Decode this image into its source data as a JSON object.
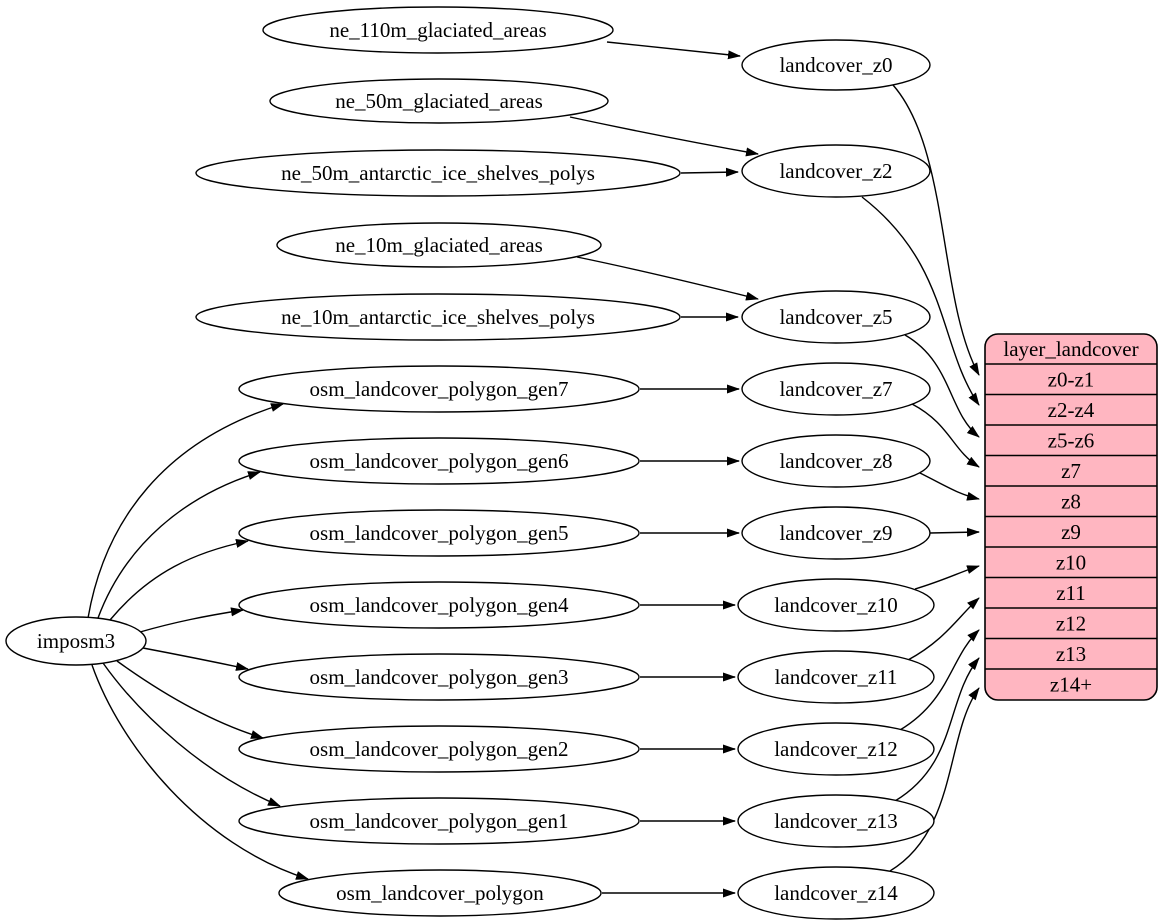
{
  "diagram": {
    "background": "#ffffff",
    "nodes": {
      "imposm3": "imposm3",
      "ne_110m_glaciated_areas": "ne_110m_glaciated_areas",
      "ne_50m_glaciated_areas": "ne_50m_glaciated_areas",
      "ne_50m_antarctic_ice_shelves_polys": "ne_50m_antarctic_ice_shelves_polys",
      "ne_10m_glaciated_areas": "ne_10m_glaciated_areas",
      "ne_10m_antarctic_ice_shelves_polys": "ne_10m_antarctic_ice_shelves_polys",
      "osm_landcover_polygon_gen7": "osm_landcover_polygon_gen7",
      "osm_landcover_polygon_gen6": "osm_landcover_polygon_gen6",
      "osm_landcover_polygon_gen5": "osm_landcover_polygon_gen5",
      "osm_landcover_polygon_gen4": "osm_landcover_polygon_gen4",
      "osm_landcover_polygon_gen3": "osm_landcover_polygon_gen3",
      "osm_landcover_polygon_gen2": "osm_landcover_polygon_gen2",
      "osm_landcover_polygon_gen1": "osm_landcover_polygon_gen1",
      "osm_landcover_polygon": "osm_landcover_polygon",
      "landcover_z0": "landcover_z0",
      "landcover_z2": "landcover_z2",
      "landcover_z5": "landcover_z5",
      "landcover_z7": "landcover_z7",
      "landcover_z8": "landcover_z8",
      "landcover_z9": "landcover_z9",
      "landcover_z10": "landcover_z10",
      "landcover_z11": "landcover_z11",
      "landcover_z12": "landcover_z12",
      "landcover_z13": "landcover_z13",
      "landcover_z14": "landcover_z14"
    },
    "record": {
      "title": "layer_landcover",
      "rows": [
        "z0-z1",
        "z2-z4",
        "z5-z6",
        "z7",
        "z8",
        "z9",
        "z10",
        "z11",
        "z12",
        "z13",
        "z14+"
      ],
      "fill": "#ffb6c1",
      "stroke": "#000000"
    },
    "edges": [
      {
        "from": "ne_110m_glaciated_areas",
        "to": "landcover_z0"
      },
      {
        "from": "ne_50m_glaciated_areas",
        "to": "landcover_z2"
      },
      {
        "from": "ne_50m_antarctic_ice_shelves_polys",
        "to": "landcover_z2"
      },
      {
        "from": "ne_10m_glaciated_areas",
        "to": "landcover_z5"
      },
      {
        "from": "ne_10m_antarctic_ice_shelves_polys",
        "to": "landcover_z5"
      },
      {
        "from": "imposm3",
        "to": "osm_landcover_polygon_gen7"
      },
      {
        "from": "imposm3",
        "to": "osm_landcover_polygon_gen6"
      },
      {
        "from": "imposm3",
        "to": "osm_landcover_polygon_gen5"
      },
      {
        "from": "imposm3",
        "to": "osm_landcover_polygon_gen4"
      },
      {
        "from": "imposm3",
        "to": "osm_landcover_polygon_gen3"
      },
      {
        "from": "imposm3",
        "to": "osm_landcover_polygon_gen2"
      },
      {
        "from": "imposm3",
        "to": "osm_landcover_polygon_gen1"
      },
      {
        "from": "imposm3",
        "to": "osm_landcover_polygon"
      },
      {
        "from": "osm_landcover_polygon_gen7",
        "to": "landcover_z7"
      },
      {
        "from": "osm_landcover_polygon_gen6",
        "to": "landcover_z8"
      },
      {
        "from": "osm_landcover_polygon_gen5",
        "to": "landcover_z9"
      },
      {
        "from": "osm_landcover_polygon_gen4",
        "to": "landcover_z10"
      },
      {
        "from": "osm_landcover_polygon_gen3",
        "to": "landcover_z11"
      },
      {
        "from": "osm_landcover_polygon_gen2",
        "to": "landcover_z12"
      },
      {
        "from": "osm_landcover_polygon_gen1",
        "to": "landcover_z13"
      },
      {
        "from": "osm_landcover_polygon",
        "to": "landcover_z14"
      },
      {
        "from": "landcover_z0",
        "to": "layer_landcover:z0-z1"
      },
      {
        "from": "landcover_z2",
        "to": "layer_landcover:z2-z4"
      },
      {
        "from": "landcover_z5",
        "to": "layer_landcover:z5-z6"
      },
      {
        "from": "landcover_z7",
        "to": "layer_landcover:z7"
      },
      {
        "from": "landcover_z8",
        "to": "layer_landcover:z8"
      },
      {
        "from": "landcover_z9",
        "to": "layer_landcover:z9"
      },
      {
        "from": "landcover_z10",
        "to": "layer_landcover:z10"
      },
      {
        "from": "landcover_z11",
        "to": "layer_landcover:z11"
      },
      {
        "from": "landcover_z12",
        "to": "layer_landcover:z12"
      },
      {
        "from": "landcover_z13",
        "to": "layer_landcover:z13"
      },
      {
        "from": "landcover_z14",
        "to": "layer_landcover:z14+"
      }
    ]
  }
}
